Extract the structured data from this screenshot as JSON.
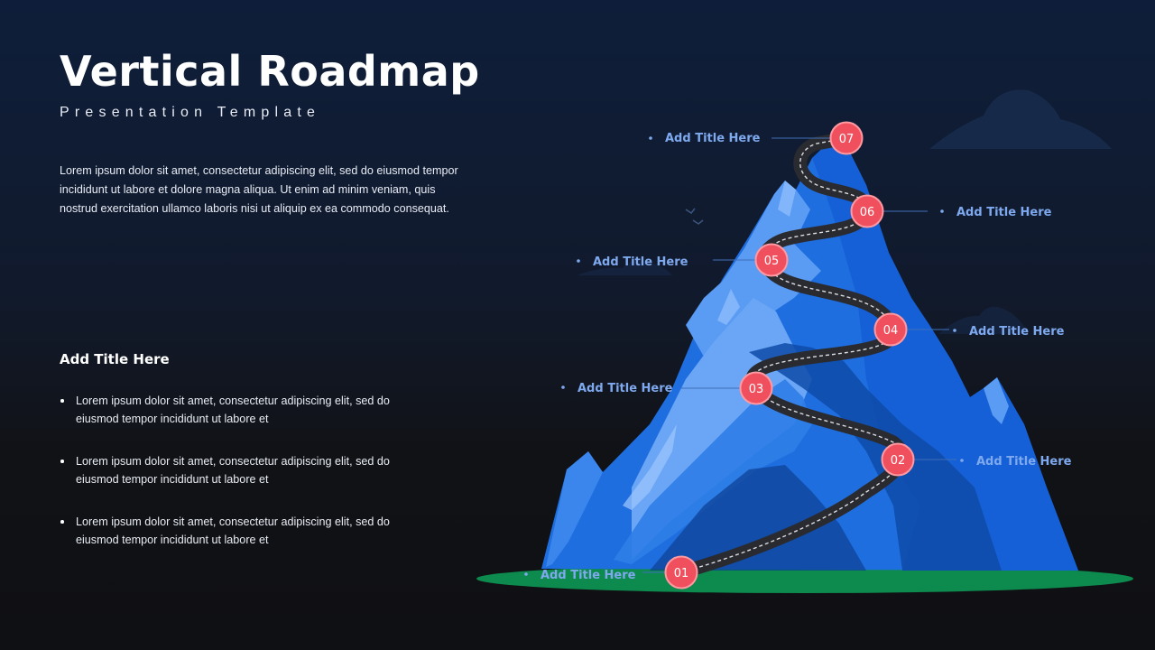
{
  "header": {
    "title": "Vertical Roadmap",
    "subtitle": "Presentation Template"
  },
  "intro_text": "Lorem ipsum dolor sit amet, consectetur adipiscing elit, sed do eiusmod tempor incididunt ut labore et dolore magna aliqua. Ut enim ad minim veniam, quis nostrud exercitation ullamco laboris nisi ut aliquip ex ea commodo consequat.",
  "section": {
    "title": "Add Title Here",
    "bullets": [
      "Lorem ipsum dolor sit amet, consectetur adipiscing elit, sed do eiusmod tempor incididunt ut labore et",
      "Lorem ipsum dolor sit amet, consectetur adipiscing elit, sed do eiusmod tempor incididunt ut labore et",
      "Lorem ipsum dolor sit amet, consectetur adipiscing elit, sed do eiusmod tempor incididunt ut labore et"
    ]
  },
  "milestones": [
    {
      "number": "01",
      "label": "Add Title Here",
      "side": "left"
    },
    {
      "number": "02",
      "label": "Add Title Here",
      "side": "right"
    },
    {
      "number": "03",
      "label": "Add Title Here",
      "side": "left"
    },
    {
      "number": "04",
      "label": "Add Title Here",
      "side": "right"
    },
    {
      "number": "05",
      "label": "Add Title Here",
      "side": "left"
    },
    {
      "number": "06",
      "label": "Add Title Here",
      "side": "right"
    },
    {
      "number": "07",
      "label": "Add Title Here",
      "side": "left"
    }
  ],
  "colors": {
    "milestone_fill": "#f0505e",
    "label_text": "#7fa9ee",
    "mountain_dark": "#0f4fb8",
    "mountain_light": "#5b9bf2",
    "ground": "#0d8a4e",
    "road": "#2a2b30"
  }
}
